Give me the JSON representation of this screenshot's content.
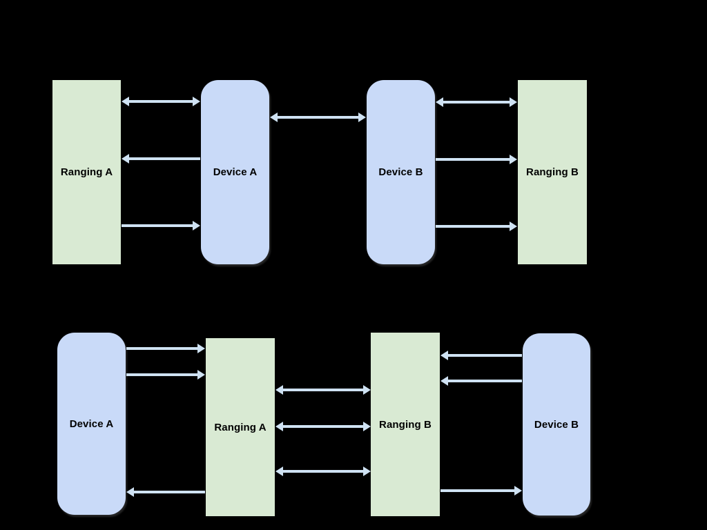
{
  "palette": {
    "canvas_bg": "#000000",
    "ranging_fill": "#d9ead3",
    "device_fill": "#c9daf8",
    "arrow_color": "#cfe2f3",
    "label_color": "#000000"
  },
  "top_diagram": {
    "boxes": [
      {
        "label": "Ranging A",
        "kind": "ranging",
        "shape": "rectangle"
      },
      {
        "label": "Device A",
        "kind": "device",
        "shape": "rounded"
      },
      {
        "label": "Device B",
        "kind": "device",
        "shape": "rounded"
      },
      {
        "label": "Ranging B",
        "kind": "ranging",
        "shape": "rectangle"
      }
    ],
    "connections": [
      {
        "between": [
          "Ranging A",
          "Device A"
        ],
        "direction": "bidirectional",
        "slot": "top"
      },
      {
        "between": [
          "Device A",
          "Ranging A"
        ],
        "direction": "to-ranging-a",
        "slot": "middle"
      },
      {
        "between": [
          "Ranging A",
          "Device A"
        ],
        "direction": "to-device-a",
        "slot": "bottom"
      },
      {
        "between": [
          "Device A",
          "Device B"
        ],
        "direction": "bidirectional",
        "slot": "upper"
      },
      {
        "between": [
          "Device B",
          "Ranging B"
        ],
        "direction": "bidirectional",
        "slot": "top"
      },
      {
        "between": [
          "Device B",
          "Ranging B"
        ],
        "direction": "to-ranging-b",
        "slot": "middle"
      },
      {
        "between": [
          "Device B",
          "Ranging B"
        ],
        "direction": "to-ranging-b",
        "slot": "bottom"
      }
    ]
  },
  "bottom_diagram": {
    "boxes": [
      {
        "label": "Device A",
        "kind": "device",
        "shape": "rounded"
      },
      {
        "label": "Ranging A",
        "kind": "ranging",
        "shape": "rectangle"
      },
      {
        "label": "Ranging B",
        "kind": "ranging",
        "shape": "rectangle"
      },
      {
        "label": "Device B",
        "kind": "device",
        "shape": "rounded"
      }
    ],
    "connections": [
      {
        "between": [
          "Device A",
          "Ranging A"
        ],
        "direction": "to-ranging-a",
        "slot": "top"
      },
      {
        "between": [
          "Device A",
          "Ranging A"
        ],
        "direction": "to-ranging-a",
        "slot": "upper"
      },
      {
        "between": [
          "Ranging A",
          "Device A"
        ],
        "direction": "to-device-a",
        "slot": "bottom"
      },
      {
        "between": [
          "Ranging A",
          "Ranging B"
        ],
        "direction": "bidirectional",
        "slot": "upper"
      },
      {
        "between": [
          "Ranging A",
          "Ranging B"
        ],
        "direction": "bidirectional",
        "slot": "middle"
      },
      {
        "between": [
          "Ranging A",
          "Ranging B"
        ],
        "direction": "bidirectional",
        "slot": "lower"
      },
      {
        "between": [
          "Device B",
          "Ranging B"
        ],
        "direction": "to-ranging-b",
        "slot": "top"
      },
      {
        "between": [
          "Device B",
          "Ranging B"
        ],
        "direction": "to-ranging-b",
        "slot": "upper"
      },
      {
        "between": [
          "Ranging B",
          "Device B"
        ],
        "direction": "to-device-b",
        "slot": "bottom"
      }
    ]
  }
}
